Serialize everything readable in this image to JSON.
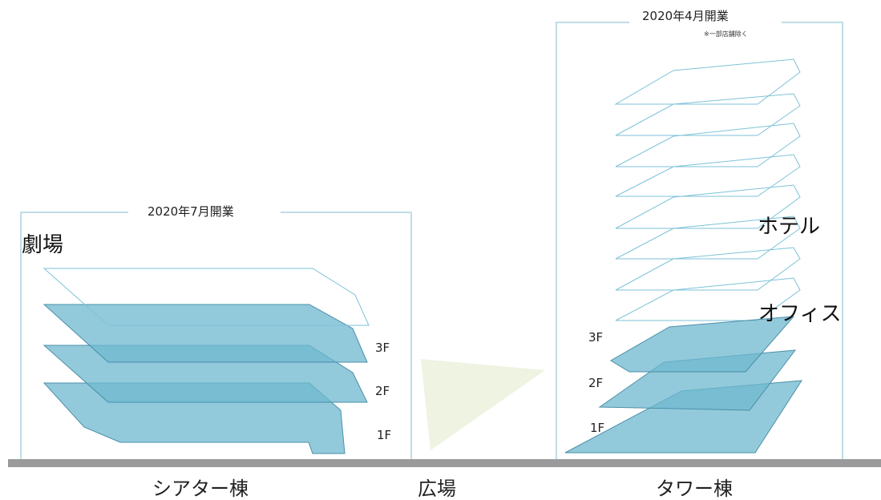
{
  "theater": {
    "opening": "2020年7月開業",
    "use_label": "劇場",
    "floors": [
      "3F",
      "2F",
      "1F"
    ]
  },
  "tower": {
    "opening": "2020年4月開業",
    "note": "※一部店舗除く",
    "hotel_label": "ホテル",
    "office_label": "オフィス",
    "floors": [
      "3F",
      "2F",
      "1F"
    ]
  },
  "ground": {
    "theater_building": "シアター棟",
    "plaza": "広場",
    "tower_building": "タワー棟"
  },
  "colors": {
    "frame": "#bfdde6",
    "floor_fill": "#6fb8cf",
    "floor_stroke": "#4a8fa8",
    "outline": "#7cc2d8",
    "plaza": "#eef3e2",
    "ground": "#9a9a9a"
  }
}
